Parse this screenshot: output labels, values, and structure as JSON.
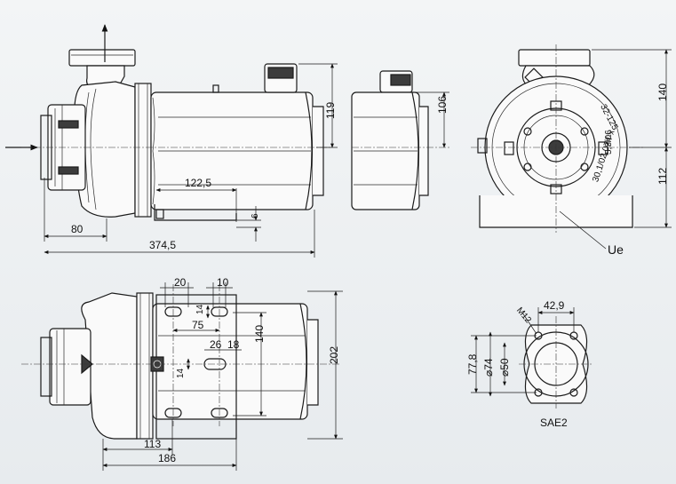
{
  "dims": {
    "side_view": {
      "d80": "80",
      "d374_5": "374,5",
      "d122_5": "122,5",
      "d6": "6",
      "d119": "119"
    },
    "end_view": {
      "d106": "106"
    },
    "front_view": {
      "d140": "140",
      "d112": "112",
      "port_label": "Ue"
    },
    "label_plate": {
      "l1": "32-125",
      "l2": "30,1/02,074-x",
      "l3": "5,3/06"
    },
    "top_view": {
      "d20": "20",
      "d10": "10",
      "d14a": "14",
      "d75": "75",
      "d140": "140",
      "d26": "26",
      "d18": "18",
      "d14b": "14",
      "d202": "202",
      "d113": "113",
      "d186": "186"
    },
    "flange": {
      "d42_9": "42,9",
      "m12": "M12",
      "d77_8": "77,8",
      "d74": "⌀74",
      "d50": "⌀50",
      "label": "SAE2"
    }
  }
}
